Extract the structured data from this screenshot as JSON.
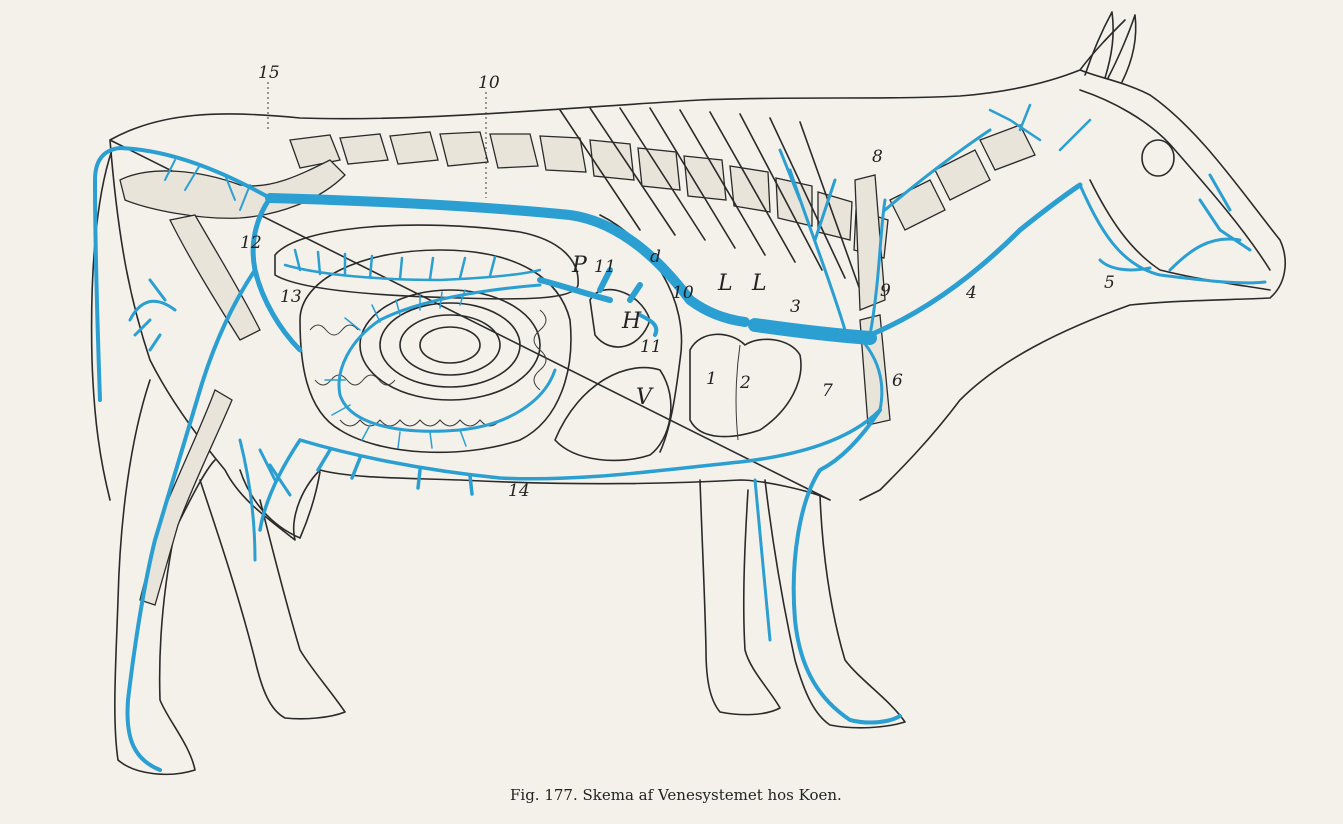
{
  "caption": "Fig. 177. Skema af Venesystemet hos Koen.",
  "labels": {
    "l15": "15",
    "l10_top": "10",
    "l12": "12",
    "l13": "13",
    "l14": "14",
    "lP": "P",
    "l11a": "11",
    "l11b": "11",
    "lH": "H",
    "ld": "d",
    "l10_mid": "10",
    "lL1": "L",
    "lL2": "L",
    "l3": "3",
    "l1": "1",
    "l2": "2",
    "lV": "V",
    "l7": "7",
    "l6": "6",
    "l8": "8",
    "l9": "9",
    "l4": "4",
    "l5": "5"
  },
  "colors": {
    "vein": "#2b9fd1",
    "ink": "#2a2a2a",
    "paper": "#f3f1ea"
  }
}
